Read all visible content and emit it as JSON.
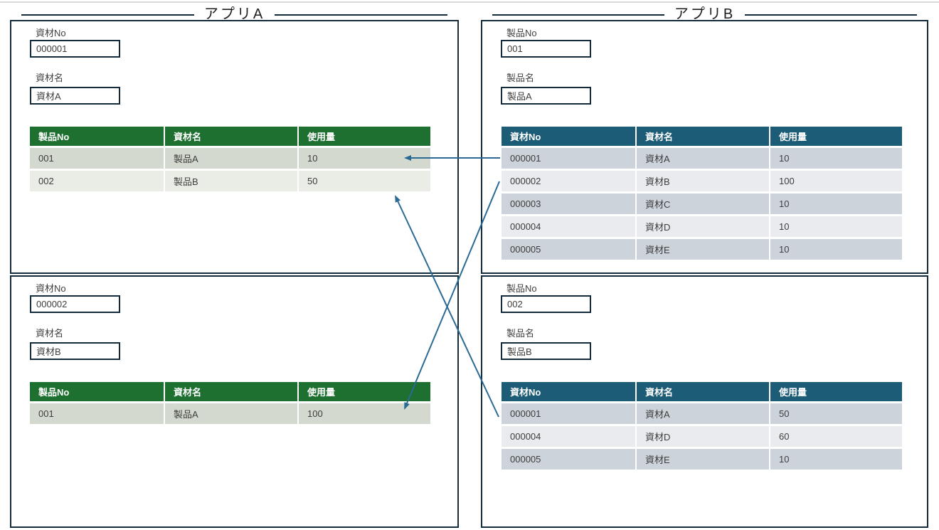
{
  "groups": [
    {
      "title": "アプリA"
    },
    {
      "title": "アプリB"
    }
  ],
  "panels": [
    {
      "id": "app-a-record-1",
      "fields": [
        {
          "label": "資材No",
          "value": "000001"
        },
        {
          "label": "資材名",
          "value": "資材A"
        }
      ],
      "table": {
        "theme": "green",
        "headers": [
          "製品No",
          "資材名",
          "使用量"
        ],
        "rows": [
          [
            "001",
            "製品A",
            "10"
          ],
          [
            "002",
            "製品B",
            "50"
          ]
        ]
      }
    },
    {
      "id": "app-b-record-1",
      "fields": [
        {
          "label": "製品No",
          "value": "001"
        },
        {
          "label": "製品名",
          "value": "製品A"
        }
      ],
      "table": {
        "theme": "blue",
        "headers": [
          "資材No",
          "資材名",
          "使用量"
        ],
        "rows": [
          [
            "000001",
            "資材A",
            "10"
          ],
          [
            "000002",
            "資材B",
            "100"
          ],
          [
            "000003",
            "資材C",
            "10"
          ],
          [
            "000004",
            "資材D",
            "10"
          ],
          [
            "000005",
            "資材E",
            "10"
          ]
        ]
      }
    },
    {
      "id": "app-a-record-2",
      "fields": [
        {
          "label": "資材No",
          "value": "000002"
        },
        {
          "label": "資材名",
          "value": "資材B"
        }
      ],
      "table": {
        "theme": "green",
        "headers": [
          "製品No",
          "資材名",
          "使用量"
        ],
        "rows": [
          [
            "001",
            "製品A",
            "100"
          ]
        ]
      }
    },
    {
      "id": "app-b-record-2",
      "fields": [
        {
          "label": "製品No",
          "value": "002"
        },
        {
          "label": "製品名",
          "value": "製品B"
        }
      ],
      "table": {
        "theme": "blue",
        "headers": [
          "資材No",
          "資材名",
          "使用量"
        ],
        "rows": [
          [
            "000001",
            "資材A",
            "50"
          ],
          [
            "000004",
            "資材D",
            "60"
          ],
          [
            "000005",
            "資材E",
            "10"
          ]
        ]
      }
    }
  ],
  "connectors": [
    {
      "from": "app-b-record-1 row 000001",
      "to": "app-a-record-1 row 001"
    },
    {
      "from": "app-b-record-1 row 000002",
      "to": "app-a-record-2 row 001"
    },
    {
      "from": "app-b-record-2 row 000001",
      "to": "app-a-record-1 row 002"
    }
  ],
  "colors": {
    "frame": "#132B3A",
    "app_a_table_header": "#1E7030",
    "app_b_table_header": "#1D5C77",
    "arrow": "#2B6A94"
  }
}
